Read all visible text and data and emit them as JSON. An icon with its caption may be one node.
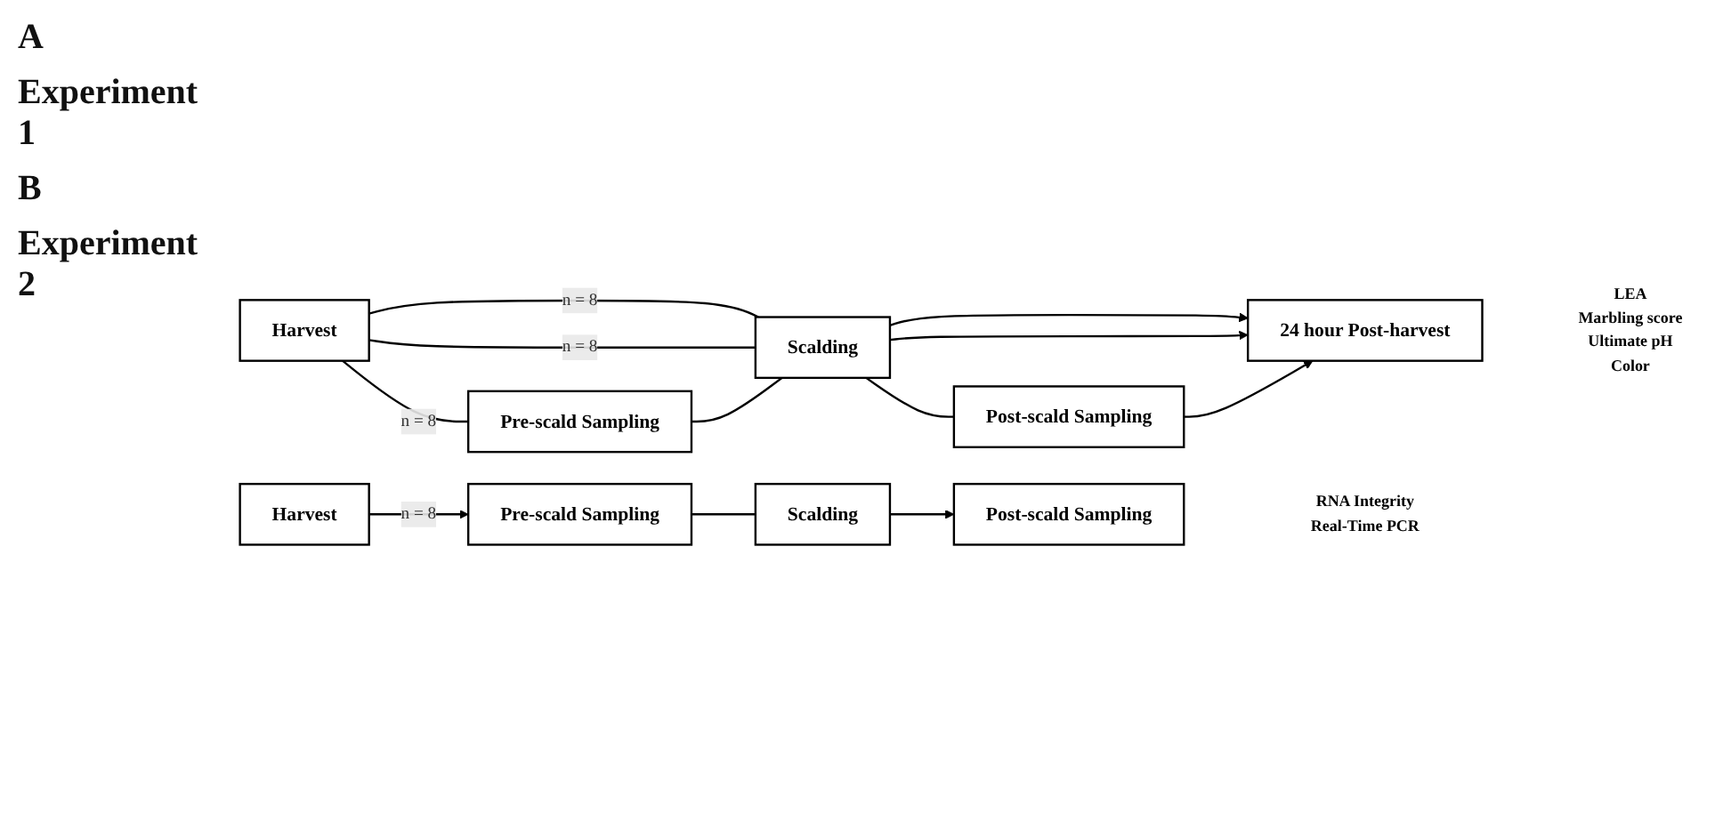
{
  "diagram": {
    "nodes": [
      {
        "text": [
          "Harvest"
        ]
      },
      {
        "text": [
          "Pre-scald Sampling"
        ]
      },
      {
        "text": [
          "Scalding"
        ]
      },
      {
        "text": [
          "Post-scald Sampling"
        ]
      },
      {
        "text": [
          "24 hour Post-harvest"
        ],
        "beside": [
          "LEA",
          "Marbling score",
          "Ultimate pH",
          "Color"
        ]
      },
      {
        "text": [
          "Harvest"
        ]
      },
      {
        "text": [
          "Pre-scald Sampling"
        ]
      },
      {
        "text": [
          "Scalding"
        ]
      },
      {
        "text": [
          "Post-scald Sampling"
        ],
        "beside": [
          "RNA Integrity",
          "Real-Time PCR"
        ]
      }
    ],
    "edges": [
      {
        "from": 0,
        "to": 2,
        "arrow": "none",
        "label": "n = 8"
      },
      {
        "from": 0,
        "to": 1,
        "arrow": "none",
        "label": "n = 8"
      },
      {
        "from": 0,
        "to": 2,
        "arrow": "none",
        "label": "n = 8"
      },
      {
        "from": 1,
        "to": 2,
        "arrow": "none"
      },
      {
        "from": 2,
        "to": 4,
        "arrow": "to"
      },
      {
        "from": 2,
        "to": 4,
        "arrow": "to"
      },
      {
        "from": 2,
        "to": 3,
        "arrow": "none"
      },
      {
        "from": 3,
        "to": 4,
        "arrow": "to"
      },
      {
        "from": 5,
        "to": 6,
        "arrow": "to",
        "label": "n = 8"
      },
      {
        "from": 6,
        "to": 7,
        "arrow": "none"
      },
      {
        "from": 7,
        "to": 8,
        "arrow": "to"
      }
    ],
    "labels": [
      "A",
      "Experiment 1",
      "B",
      "Experiment 2"
    ]
  }
}
